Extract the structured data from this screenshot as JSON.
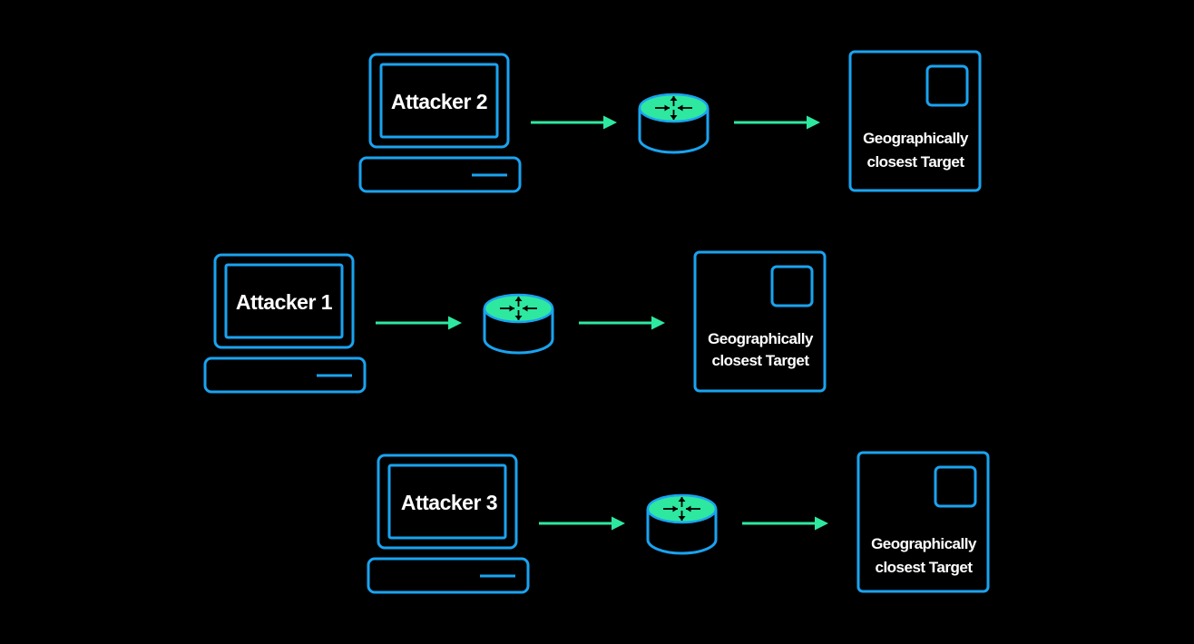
{
  "colors": {
    "background": "#000000",
    "outline": "#1aa3f0",
    "arrow": "#2ee8a0",
    "router_top": "#2ee8a0",
    "text": "#ffffff"
  },
  "rows": [
    {
      "attacker_label": "Attacker 2",
      "router_icon": "router-icon",
      "target_label_line1": "Geographically",
      "target_label_line2": "closest Target"
    },
    {
      "attacker_label": "Attacker 1",
      "router_icon": "router-icon",
      "target_label_line1": "Geographically",
      "target_label_line2": "closest Target"
    },
    {
      "attacker_label": "Attacker 3",
      "router_icon": "router-icon",
      "target_label_line1": "Geographically",
      "target_label_line2": "closest Target"
    }
  ]
}
